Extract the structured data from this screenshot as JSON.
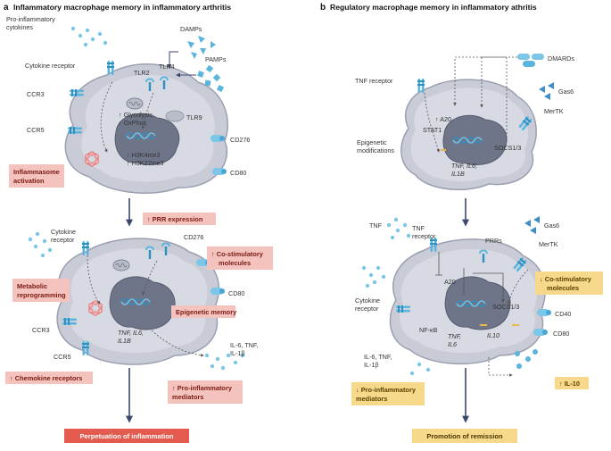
{
  "panel_a": {
    "letter": "a",
    "title": "Inflammatory macrophage memory in inflammatory arthritis",
    "top": {
      "pro_inflammatory_cytokines": [
        "Pro-inflammatory",
        "cytokines"
      ],
      "damps": "DAMPs",
      "pamps": "PAMPs",
      "cytokine_receptor": "Cytokine receptor",
      "tlr2": "TLR2",
      "tlr4": "TLR4",
      "tlr9": "TLR9",
      "ccr3": "CCR3",
      "ccr5": "CCR5",
      "cd276": "CD276",
      "cd80": "CD80",
      "glycolysis": "↑ Glycolysis",
      "oxphos": "↑ OxPhos",
      "h3k4me3": "↑ H3K4me3",
      "h3k27me3": "↑ H3K27me3",
      "inflammasome": [
        "Inflammasome",
        "activation"
      ]
    },
    "bottom": {
      "prr_expression": "↑ PRR expression",
      "cytokine_receptor": [
        "Cytokine",
        "receptor"
      ],
      "cd276": "CD276",
      "co_stimulatory": [
        "↑ Co-stimulatory",
        "molecules"
      ],
      "metabolic": [
        "Metabolic",
        "reprogramming"
      ],
      "cd80": "CD80",
      "epigenetic_memory": "Epigenetic memory",
      "genes": "TNF, IL6,",
      "genes2": "IL1B",
      "ccr3": "CCR3",
      "ccr5": "CCR5",
      "cytokines_out": [
        "IL-6, TNF,",
        "IL-1β"
      ],
      "chemokine_receptors": "↑ Chemokine receptors",
      "pro_inflammatory_mediators": [
        "↑ Pro-inflammatory",
        "mediators"
      ]
    },
    "outcome": "Perpetuation of inflammation"
  },
  "panel_b": {
    "letter": "b",
    "title": "Regulatory macrophage memory in inflammatory athritis",
    "top": {
      "dmards": "DMARDs",
      "tnf_receptor": "TNF receptor",
      "gas6": "Gas6",
      "mertk": "MerTK",
      "a20": "↑ A20",
      "stat1": "STAT1",
      "epigenetic": [
        "Epigenetic",
        "modifications"
      ],
      "socs": "SOCS1/3",
      "genes": "TNF, IL6,",
      "genes2": "IL1B"
    },
    "bottom": {
      "tnf": "TNF",
      "tnf_receptor": [
        "TNF",
        "receptor"
      ],
      "prrs": "PRRs",
      "gas6": "Gas6",
      "mertk": "MerTK",
      "a20": "A20",
      "cytokine_receptor": [
        "Cytokine",
        "receptor"
      ],
      "co_stimulatory": [
        "↓ Co-stimulatory",
        "molecules"
      ],
      "socs": "SOCS1/3",
      "cd40": "CD40",
      "nfkb": "NF-κB",
      "tnf_il6": "TNF,",
      "il6": "IL6",
      "il10": "IL10",
      "cd80": "CD80",
      "cytokines_out": [
        "IL-6, TNF,",
        "IL-1β"
      ],
      "pro_inflammatory_mediators": [
        "↓ Pro-inflammatory",
        "mediators"
      ],
      "il10_up": "↑ IL-10"
    },
    "outcome": "Promotion of remission"
  }
}
